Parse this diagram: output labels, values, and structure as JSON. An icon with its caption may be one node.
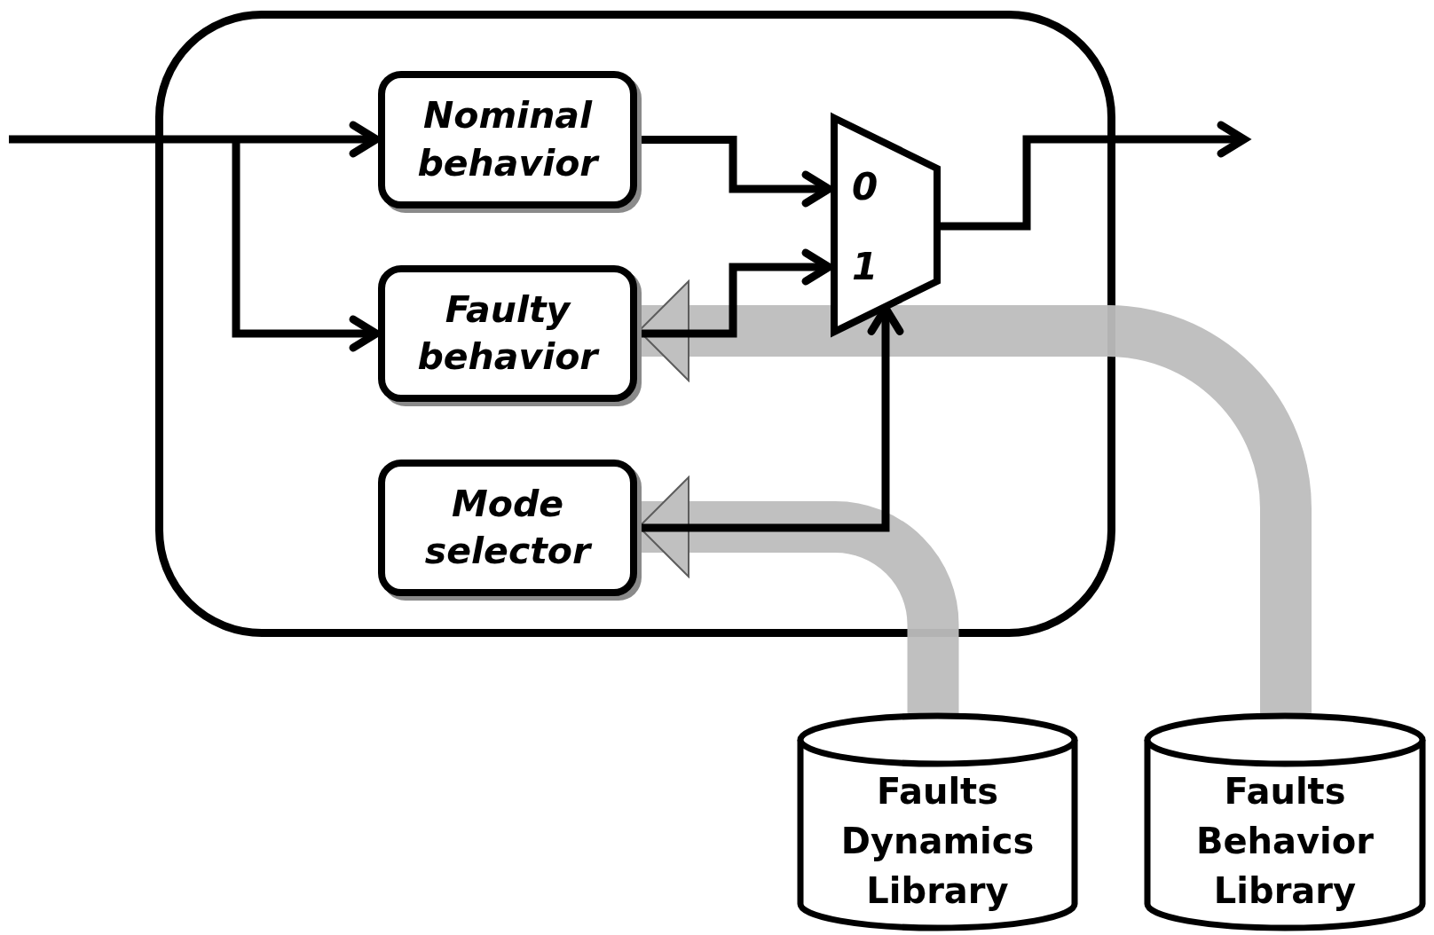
{
  "diagram": {
    "nodes": [
      {
        "text": [],
        "shape": "box"
      },
      {
        "text": [
          "Nominal behavior"
        ],
        "in": 0
      },
      {
        "text": [
          "Faulty behavior"
        ],
        "in": 0
      },
      {
        "text": [
          "Mode selector"
        ],
        "in": 0
      },
      {
        "text": [
          "0",
          "1"
        ],
        "in": 0
      },
      {
        "text": [
          "Faults Dynamics Library"
        ]
      },
      {
        "text": [
          "Faults Behavior Library"
        ]
      }
    ],
    "edges": [
      {
        "from": null,
        "to": 1,
        "arrow": "to"
      },
      {
        "from": null,
        "to": 2,
        "arrow": "to"
      },
      {
        "from": 1,
        "to": 4,
        "arrow": "to"
      },
      {
        "from": 2,
        "to": 4,
        "arrow": "to"
      },
      {
        "from": 3,
        "to": 4,
        "arrow": "to"
      },
      {
        "from": 4,
        "to": null,
        "arrow": "to"
      },
      {
        "from": 5,
        "to": 3,
        "arrow": "to",
        "style": "thick",
        "color": "#bdbdbd"
      },
      {
        "from": 6,
        "to": 2,
        "arrow": "to",
        "style": "thick",
        "color": "#bdbdbd"
      }
    ]
  }
}
